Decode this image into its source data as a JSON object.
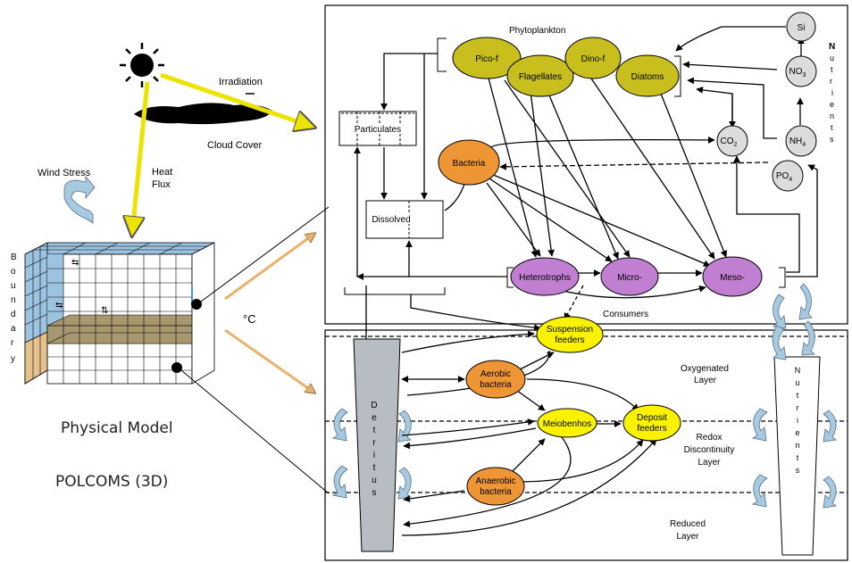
{
  "colors": {
    "olive": "#C8BE1E",
    "orange": "#EE9535",
    "purple": "#C07FD0",
    "yellow": "#FAF200",
    "grey": "#DCDCDC",
    "ocean": "#9CC3E0",
    "sediment": "#A89870",
    "sand": "#E5C18E",
    "detritus": "#B7BDC2",
    "sun_ray": "#EDE300",
    "bottom_arrow": "#E8B26C",
    "circ_arrow": "#A7CAE0"
  },
  "physical": {
    "irradiation": "Irradiation",
    "cloud_cover": "Cloud Cover",
    "heat_flux": [
      "Heat",
      "Flux"
    ],
    "wind_stress": "Wind Stress",
    "boundary_letters": [
      "B",
      "o",
      "u",
      "n",
      "d",
      "a",
      "r",
      "y"
    ],
    "celsius": "°C",
    "model_title": "Physical Model",
    "model_name": "POLCOMS (3D)"
  },
  "pelagic": {
    "phytoplankton_title": "Phytoplankton",
    "consumers_title": "Consumers",
    "nutrients_letters": [
      "N",
      "u",
      "t",
      "r",
      "i",
      "e",
      "n",
      "t",
      "s"
    ],
    "nodes": {
      "pico": "Pico-f",
      "flagellates": "Flagellates",
      "dino": "Dino-f",
      "diatoms": "Diatoms",
      "bacteria": "Bacteria",
      "heterotrophs": "Heterotrophs",
      "micro": "Micro-",
      "meso": "Meso-",
      "particulates": "Particulates",
      "dissolved": "Dissolved"
    },
    "nutrient_nodes": {
      "si": "Si",
      "no3": "NO",
      "no3_sub": "3",
      "nh4": "NH",
      "nh4_sub": "4",
      "co2": "CO",
      "co2_sub": "2",
      "po4": "PO",
      "po4_sub": "4"
    }
  },
  "benthic": {
    "nodes": {
      "suspension": [
        "Suspension",
        "feeders"
      ],
      "aerobic": [
        "Aerobic",
        "bacteria"
      ],
      "meiobenthos": "Meiobenhos",
      "deposit": [
        "Deposit",
        "feeders"
      ],
      "anaerobic": [
        "Anaerobic",
        "bacteria"
      ]
    },
    "layers": {
      "oxygenated": [
        "Oxygenated",
        "Layer"
      ],
      "redox": [
        "Redox",
        "Discontinuity",
        "Layer"
      ],
      "reduced": [
        "Reduced",
        "Layer"
      ]
    },
    "detritus_letters": [
      "D",
      "e",
      "t",
      "r",
      "i",
      "t",
      "u",
      "s"
    ],
    "nutrients_letters": [
      "N",
      "u",
      "t",
      "r",
      "i",
      "e",
      "n",
      "t",
      "s"
    ]
  }
}
